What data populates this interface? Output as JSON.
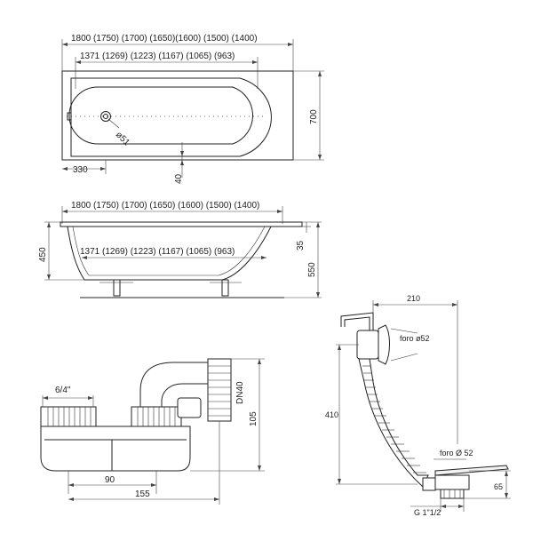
{
  "top_view": {
    "overall_length": "1800 (1750) (1700) (1650)(1600) (1500) (1400)",
    "inner_length": "1371 (1269) (1223) (1167) (1065) (963)",
    "width": "700",
    "drain_offset": "330",
    "drain_diameter": "ø51",
    "edge_offset": "40"
  },
  "side_view": {
    "overall_length": "1800 (1750) (1700) (1650) (1600) (1500) (1400)",
    "inner_length": "1371 (1269) (1223) (1167) (1065) (963)",
    "depth": "450",
    "rim": "35",
    "height": "550"
  },
  "siphon": {
    "thread": "6/4\"",
    "pipe": "DN40",
    "height": "105",
    "spacing_inner": "90",
    "spacing_outer": "155"
  },
  "waste_overflow": {
    "horizontal": "210",
    "overflow_hole": "foro ø52",
    "height": "410",
    "drain_hole": "foro Ø 52",
    "drain_height": "65",
    "outlet_thread": "G 1\"1/2"
  }
}
